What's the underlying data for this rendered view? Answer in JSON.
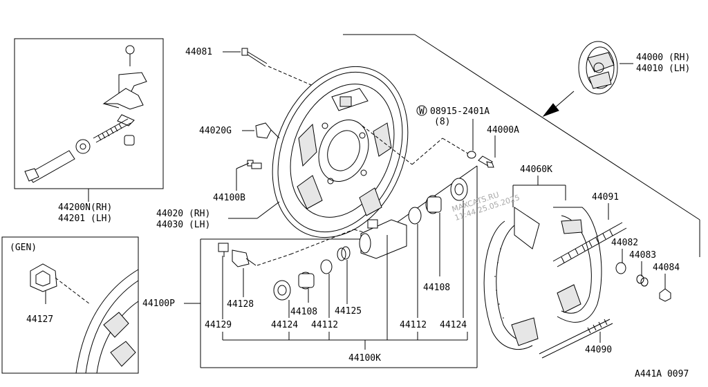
{
  "labels": {
    "l44081": "44081",
    "l44000rh": "44000 (RH)",
    "l44010lh": "44010 (LH)",
    "lW": "W",
    "l08915": "08915-2401A",
    "l8": "(8)",
    "l44000a": "44000A",
    "l44020g": "44020G",
    "l44060k": "44060K",
    "l44091": "44091",
    "l44100b": "44100B",
    "l44200n": "44200N(RH)",
    "l44201": "44201 (LH)",
    "l44020rh": "44020 (RH)",
    "l44030lh": "44030 (LH)",
    "l44082": "44082",
    "l44083": "44083",
    "l44084": "44084",
    "lgen": "(GEN)",
    "l44108a": "44108",
    "l44128": "44128",
    "l44125": "44125",
    "l44108b": "44108",
    "l44100p": "44100P",
    "l44127": "44127",
    "l44129": "44129",
    "l44124a": "44124",
    "l44112a": "44112",
    "l44112b": "44112",
    "l44124b": "44124",
    "l44090": "44090",
    "l44100k": "44100K",
    "lfooter": "A441A 0097"
  },
  "watermark": {
    "site": "MAXCATS.RU",
    "stamp": "11:44 25.05.2025"
  }
}
